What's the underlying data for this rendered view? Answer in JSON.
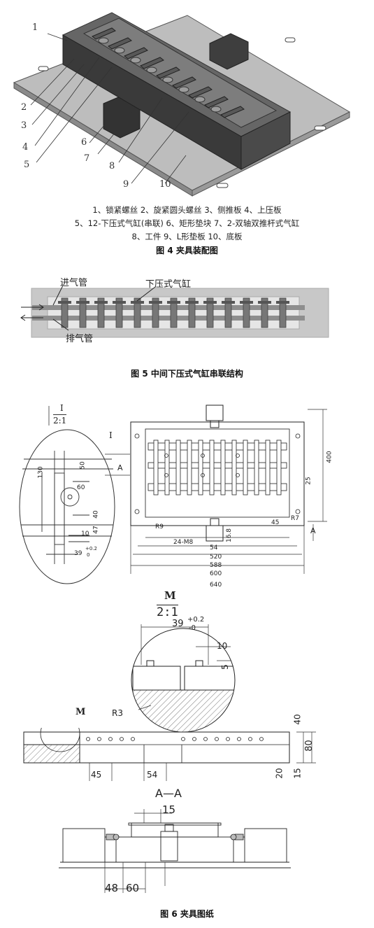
{
  "fig4": {
    "parts": [
      "1",
      "2",
      "3",
      "4",
      "5",
      "6",
      "7",
      "8",
      "9",
      "10"
    ],
    "legend_lines": [
      "1、锁紧螺丝   2、旋紧圆头螺丝   3、侧推板   4、上压板",
      "5、12-下压式气缸(串联)   6、矩形垫块   7、2-双轴双推杆式气缸",
      "8、工件   9、L形垫板   10、底板"
    ],
    "caption": "图 4 夹具装配图"
  },
  "fig5": {
    "inlet_label": "进气管",
    "cylinder_label": "下压式气缸",
    "exhaust_label": "排气管",
    "caption": "图 5 中间下压式气缸串联结构"
  },
  "fig6": {
    "detail_I": {
      "name": "I",
      "scale": "2:1",
      "dims": [
        "130",
        "50",
        "60",
        "40",
        "10",
        "47",
        "39"
      ],
      "tol_hi": "+0.2",
      "tol_lo": "0"
    },
    "plan": {
      "label_I": "I",
      "label_A1": "A",
      "label_A2": "A",
      "dims": [
        "400",
        "25",
        "45",
        "R7",
        "R9",
        "24-M8",
        "54",
        "16.8",
        "520",
        "588",
        "600",
        "640"
      ]
    },
    "detail_M": {
      "name": "M",
      "scale": "2:1",
      "dim_main": "39",
      "tol_hi": "+0.2",
      "tol_lo": "-0",
      "dims": [
        "10",
        "5",
        "R3"
      ]
    },
    "front": {
      "label_M": "M",
      "dims": [
        "40",
        "80",
        "15",
        "20",
        "45",
        "54"
      ]
    },
    "section": {
      "title": "A—A",
      "dims": [
        "15",
        "48",
        "60"
      ]
    },
    "caption": "图 6 夹具图纸"
  }
}
